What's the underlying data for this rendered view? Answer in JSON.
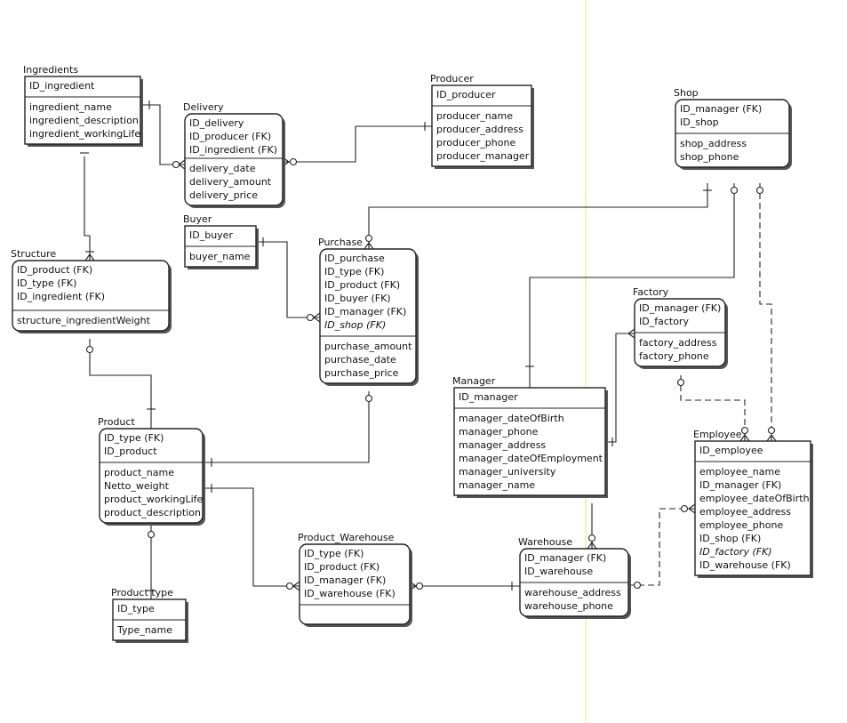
{
  "entities": [
    {
      "id": "ingredients",
      "name": "Ingredients",
      "key": [
        "ID_ingredient"
      ],
      "attrs": [
        "ingredient_name",
        "ingredient_description",
        "ingredient_workingLife"
      ]
    },
    {
      "id": "delivery",
      "name": "Delivery",
      "key": [
        "ID_delivery",
        "ID_producer (FK)",
        "ID_ingredient (FK)"
      ],
      "attrs": [
        "delivery_date",
        "delivery_amount",
        "delivery_price"
      ]
    },
    {
      "id": "producer",
      "name": "Producer",
      "key": [
        "ID_producer"
      ],
      "attrs": [
        "producer_name",
        "producer_address",
        "producer_phone",
        "producer_manager"
      ]
    },
    {
      "id": "shop",
      "name": "Shop",
      "key": [
        "ID_manager (FK)",
        "ID_shop"
      ],
      "attrs": [
        "shop_address",
        "shop_phone"
      ]
    },
    {
      "id": "buyer",
      "name": "Buyer",
      "key": [
        "ID_buyer"
      ],
      "attrs": [
        "buyer_name"
      ]
    },
    {
      "id": "structure",
      "name": "Structure",
      "key": [
        "ID_product (FK)",
        "ID_type (FK)",
        "ID_ingredient (FK)"
      ],
      "attrs": [
        "structure_ingredientWeight"
      ]
    },
    {
      "id": "purchase",
      "name": "Purchase",
      "key": [
        "ID_purchase",
        "ID_type (FK)",
        "ID_product (FK)",
        "ID_buyer (FK)",
        "ID_manager (FK)",
        "ID_shop (FK)"
      ],
      "attrs": [
        "purchase_amount",
        "purchase_date",
        "purchase_price"
      ]
    },
    {
      "id": "factory",
      "name": "Factory",
      "key": [
        "ID_manager (FK)",
        "ID_factory"
      ],
      "attrs": [
        "factory_address",
        "factory_phone"
      ]
    },
    {
      "id": "manager",
      "name": "Manager",
      "key": [
        "ID_manager"
      ],
      "attrs": [
        "manager_dateOfBirth",
        "manager_phone",
        "manager_address",
        "manager_dateOfEmployment",
        "manager_university",
        "manager_name"
      ]
    },
    {
      "id": "employee",
      "name": "Employee",
      "key": [
        "ID_employee"
      ],
      "attrs": [
        "employee_name",
        "ID_manager (FK)",
        "employee_dateOfBirth",
        "employee_address",
        "employee_phone",
        "ID_shop (FK)",
        "ID_factory (FK)",
        "ID_warehouse (FK)"
      ]
    },
    {
      "id": "product",
      "name": "Product",
      "key": [
        "ID_type (FK)",
        "ID_product"
      ],
      "attrs": [
        "product_name",
        "Netto_weight",
        "product_workingLife",
        "product_description"
      ]
    },
    {
      "id": "product_warehouse",
      "name": "Product_Warehouse",
      "key": [
        "ID_type (FK)",
        "ID_product (FK)",
        "ID_manager (FK)",
        "ID_warehouse (FK)"
      ],
      "attrs": []
    },
    {
      "id": "warehouse",
      "name": "Warehouse",
      "key": [
        "ID_manager (FK)",
        "ID_warehouse"
      ],
      "attrs": [
        "warehouse_address",
        "warehouse_phone"
      ]
    },
    {
      "id": "product_type",
      "name": "Product type",
      "key": [
        "ID_type"
      ],
      "attrs": [
        "Type_name"
      ]
    }
  ]
}
